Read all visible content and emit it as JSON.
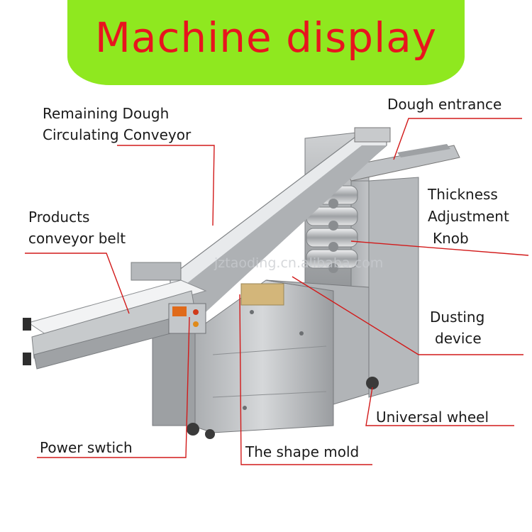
{
  "banner": {
    "title": "Machine display"
  },
  "labels": {
    "remaining_line1": "Remaining Dough",
    "remaining_line2": "Circulating Conveyor",
    "products_line1": "Products",
    "products_line2": "conveyor belt",
    "dough_entrance": "Dough entrance",
    "thickness_line1": "Thickness",
    "thickness_line2": "Adjustment",
    "thickness_line3": "Knob",
    "dusting_line1": "Dusting",
    "dusting_line2": "device",
    "universal_wheel": "Universal wheel",
    "power_switch": "Power swtich",
    "shape_mold": "The shape mold"
  },
  "watermark": "jztaoding.cn.alibaba.com",
  "colors": {
    "banner": "#8fe81f",
    "title": "#e8141e",
    "leader": "#d21a1a"
  }
}
